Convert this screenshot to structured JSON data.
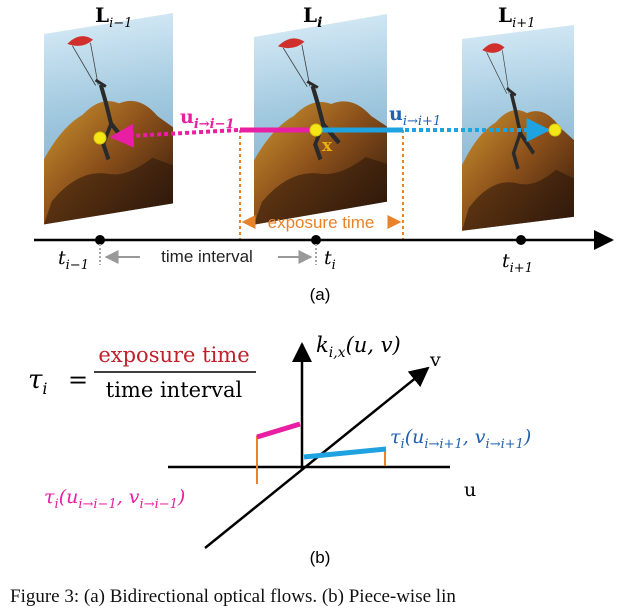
{
  "panel_a": {
    "frames": {
      "prev": {
        "label_main": "L",
        "label_sub": "i−1"
      },
      "curr": {
        "label_main": "L",
        "label_sub": "i"
      },
      "next": {
        "label_main": "L",
        "label_sub": "i+1"
      }
    },
    "flows": {
      "backward": {
        "main": "u",
        "sub": "i→i−1"
      },
      "forward": {
        "main": "u",
        "sub": "i→i+1"
      }
    },
    "point_label": "x",
    "exposure_label": "exposure time",
    "interval_label": "time interval",
    "ticks": {
      "prev": {
        "main": "t",
        "sub": "i−1"
      },
      "curr": {
        "main": "t",
        "sub": "i"
      },
      "next": {
        "main": "t",
        "sub": "i+1"
      }
    },
    "panel_label": "(a)"
  },
  "panel_b": {
    "tau": {
      "main": "τ",
      "sub": "i",
      "eq": "="
    },
    "fraction": {
      "numerator": "exposure time",
      "denominator": "time interval"
    },
    "kernel_label": {
      "main": "k",
      "sub": "i,x",
      "args": "(u, v)"
    },
    "axis_v": "v",
    "axis_u": "u",
    "tau_forward": {
      "main": "τ",
      "sub": "i",
      "args_open": "(u",
      "sub2": "i→i+1",
      "mid": ", v",
      "sub3": "i→i+1",
      "close": ")"
    },
    "tau_backward": {
      "main": "τ",
      "sub": "i",
      "args_open": "(u",
      "sub2": "i→i−1",
      "mid": ", v",
      "sub3": "i→i−1",
      "close": ")"
    },
    "panel_label": "(b)"
  },
  "colors": {
    "magenta": "#e81ea3",
    "cyan": "#1ea2e0",
    "orange": "#e8832a",
    "red": "#c0202a",
    "blue_text": "#2060b0",
    "yellow": "#f5e616",
    "gray": "#999999"
  },
  "caption": "Figure 3: (a) Bidirectional optical flows. (b) Piece-wise lin"
}
